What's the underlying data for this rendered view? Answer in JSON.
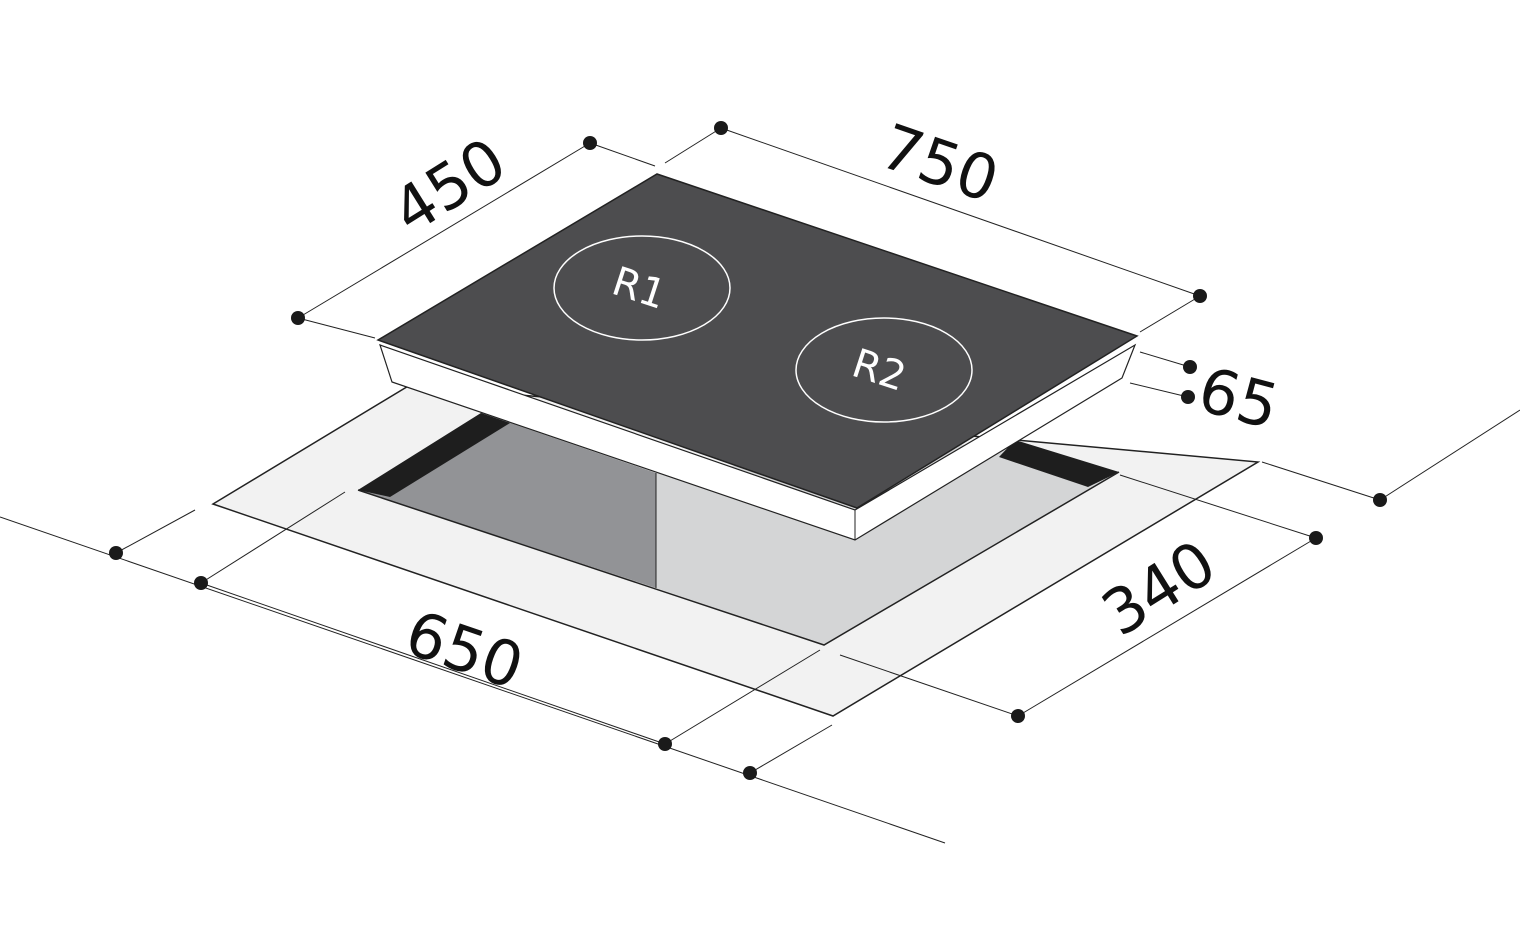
{
  "dimensions": {
    "hob_depth": "450",
    "hob_width": "750",
    "hob_height": "65",
    "cutout_width": "650",
    "cutout_depth": "340"
  },
  "zones": [
    "R1",
    "R2"
  ],
  "colors": {
    "glass": "#4d4d4f",
    "plate": "#f2f2f2",
    "cavity_dark": "#929396",
    "cavity_light": "#d4d5d6",
    "strip": "#1e1e1e"
  }
}
